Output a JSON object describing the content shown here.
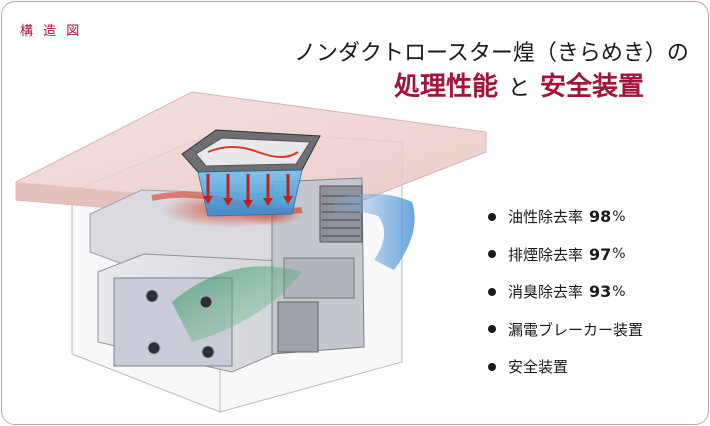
{
  "header": {
    "tag": "構 造 図",
    "title_line1": "ノンダクトロースター煌（きらめき）の",
    "title_red_1": "処理性能",
    "title_mid": "と",
    "title_red_2": "安全装置"
  },
  "features": [
    {
      "label": "油性除去率",
      "value": "98",
      "unit": "%"
    },
    {
      "label": "排煙除去率",
      "value": "97",
      "unit": "%"
    },
    {
      "label": "消臭除去率",
      "value": "93",
      "unit": "%"
    },
    {
      "label": "漏電ブレーカー装置",
      "value": "",
      "unit": ""
    },
    {
      "label": "安全装置",
      "value": "",
      "unit": ""
    }
  ],
  "colors": {
    "accent": "#a4133c",
    "tabletop": "#ecd0cd",
    "airflow_blue": "#7fb6e6",
    "airflow_green": "#3fa86a",
    "heat_red": "#d63a2a"
  }
}
